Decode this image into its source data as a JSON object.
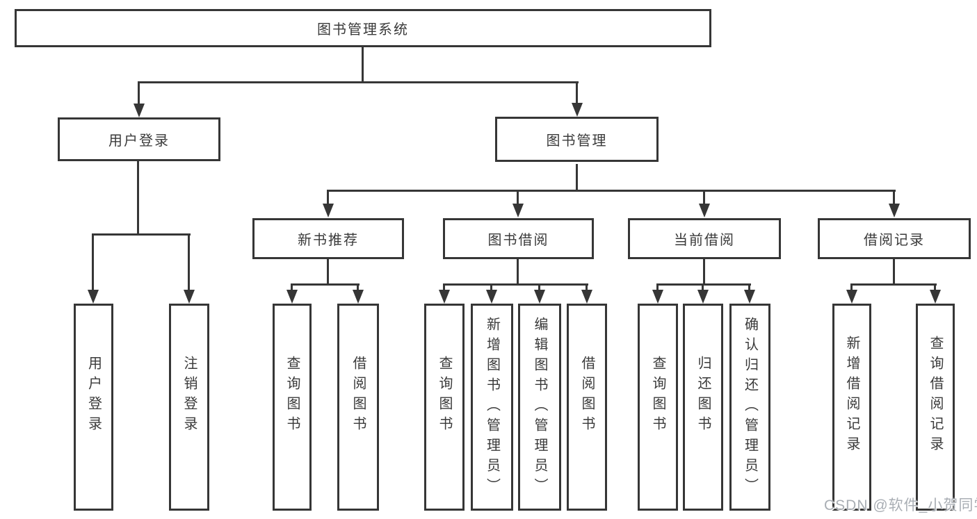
{
  "diagram": {
    "type": "tree",
    "root": {
      "label": "图书管理系统"
    },
    "branches": {
      "user": {
        "label": "用户登录",
        "children": {
          "login": "用户登录",
          "logout": "注销登录"
        }
      },
      "book": {
        "label": "图书管理",
        "sections": {
          "recommend": {
            "label": "新书推荐",
            "children": {
              "query": "查询图书",
              "borrow": "借阅图书"
            }
          },
          "borrowing": {
            "label": "图书借阅",
            "children": {
              "query": "查询图书",
              "add": "新增图书（管理员）",
              "edit": "编辑图书（管理员）",
              "borrow": "借阅图书"
            }
          },
          "current": {
            "label": "当前借阅",
            "children": {
              "query": "查询图书",
              "return": "归还图书",
              "confirm": "确认归还（管理员）"
            }
          },
          "records": {
            "label": "借阅记录",
            "children": {
              "add": "新增借阅记录",
              "query": "查询借阅记录"
            }
          }
        }
      }
    },
    "colors": {
      "line": "#363636",
      "text": "#3a3a3a",
      "background": "#ffffff",
      "watermark": "#a9aeb4"
    }
  },
  "watermark": "CSDN @软件_小贺同学"
}
